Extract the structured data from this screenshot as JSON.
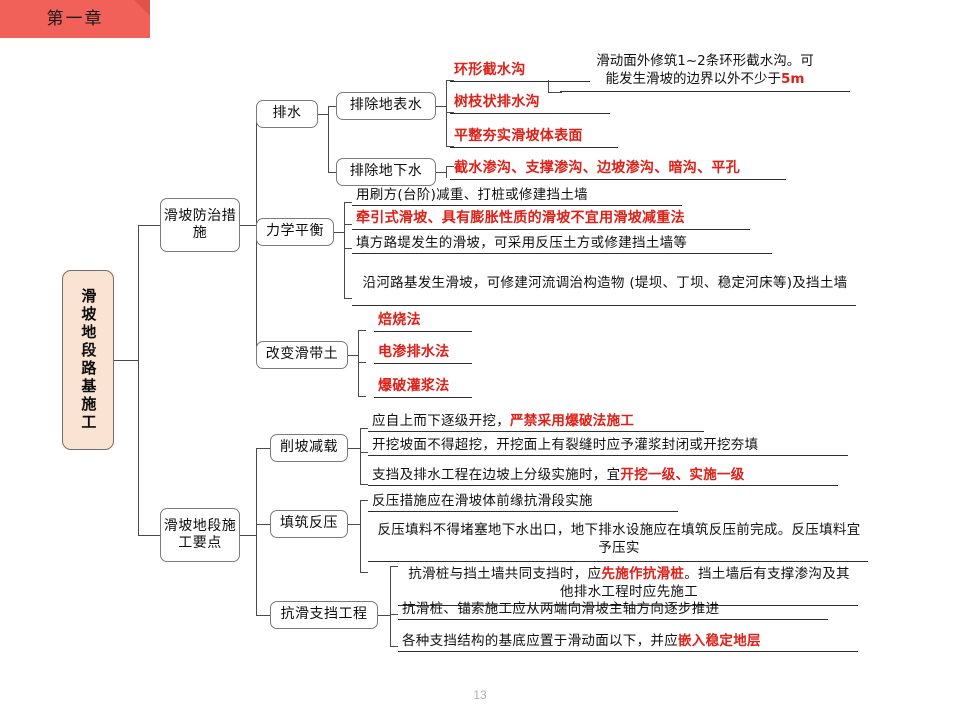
{
  "banner": {
    "label": "第一章"
  },
  "page": {
    "number": "13"
  },
  "root": {
    "label": "滑坡地段路基施工"
  },
  "branches": [
    {
      "label": "滑坡防治措施",
      "children": [
        {
          "label": "排水",
          "children": [
            {
              "label": "排除地表水",
              "leaves": [
                {
                  "text": "环形截水沟",
                  "style": "red"
                },
                {
                  "text": "树枝状排水沟",
                  "style": "red"
                },
                {
                  "text": "平整夯实滑坡体表面",
                  "style": "red"
                }
              ]
            },
            {
              "label": "排除地下水",
              "leaves": [
                {
                  "text": "截水渗沟、支撑渗沟、边坡渗沟、暗沟、平孔",
                  "style": "red"
                }
              ]
            }
          ]
        },
        {
          "label": "力学平衡",
          "leaves": [
            {
              "text": "用刷方(台阶)减重、打桩或修建挡土墙",
              "style": "plain"
            },
            {
              "text": "牵引式滑坡、具有膨胀性质的滑坡不宜用滑坡减重法",
              "style": "red"
            },
            {
              "text": "填方路堤发生的滑坡，可采用反压土方或修建挡土墙等",
              "style": "plain"
            },
            {
              "text": "沿河路基发生滑坡，可修建河流调治构造物 (堤坝、丁坝、稳定河床等)及挡土墙",
              "style": "plain-wrap"
            }
          ]
        },
        {
          "label": "改变滑带土",
          "leaves": [
            {
              "text": "焙烧法",
              "style": "red"
            },
            {
              "text": "电渗排水法",
              "style": "red"
            },
            {
              "text": "爆破灌浆法",
              "style": "red"
            }
          ]
        }
      ]
    },
    {
      "label": "滑坡地段施工要点",
      "children": [
        {
          "label": "削坡减载",
          "leaves": [
            {
              "pre": "应自上而下逐级开挖，",
              "hl": "严禁采用爆破法施工",
              "post": ""
            },
            {
              "pre": "开挖坡面不得超挖，开挖面上有裂缝时应予灌浆封闭或开挖夯填",
              "hl": "",
              "post": ""
            },
            {
              "pre": "支挡及排水工程在边坡上分级实施时，宜",
              "hl": "开挖一级、实施一级",
              "post": ""
            }
          ]
        },
        {
          "label": "填筑反压",
          "leaves": [
            {
              "pre": "反压措施应在滑坡体前缘抗滑段实施",
              "hl": "",
              "post": ""
            },
            {
              "pre": "反压填料不得堵塞地下水出口，地下排水设施应在填筑反压前完成。反压填料宜予压实",
              "hl": "",
              "post": ""
            }
          ]
        },
        {
          "label": "抗滑支挡工程",
          "leaves": [
            {
              "pre": "抗滑桩与挡土墙共同支挡时，应",
              "hl": "先施作抗滑桩",
              "post": "。挡土墙后有支撑渗沟及其他排水工程时应先施工"
            },
            {
              "pre": "抗滑桩、锚索施工应从两端向滑坡主轴方向逐步推进",
              "hl": "",
              "post": ""
            },
            {
              "pre": "各种支挡结构的基底应置于滑动面以下，并应",
              "hl": "嵌入稳定地层",
              "post": ""
            }
          ]
        }
      ]
    }
  ],
  "annotation": {
    "line1": "滑动面外修筑1~2条环形截水沟。可",
    "line2_pre": "能发生滑坡的边界以外不少于",
    "line2_hl": "5m"
  },
  "colors": {
    "banner_bg": "#F2605A",
    "root_fill": "#FAE3D3",
    "highlight_red": "#DE2018",
    "line": "#4a4a4a",
    "page_number": "#AFAFAF"
  }
}
